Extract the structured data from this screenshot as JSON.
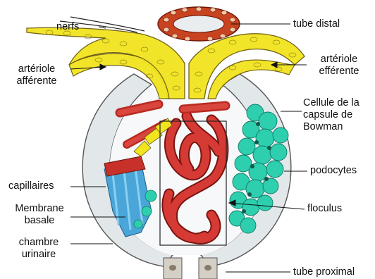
{
  "labels": {
    "nerfs": "nerfs",
    "tube_distal": "tube distal",
    "arteriole_afferente": [
      "artériole",
      "afférente"
    ],
    "arteriole_efferente": [
      "artériole",
      "efférente"
    ],
    "cellule_capsule": [
      "Cellule de la",
      "capsule de",
      "Bowman"
    ],
    "podocytes": "podocytes",
    "capillaires": "capillaires",
    "membrane_basale": [
      "Membrane",
      "basale"
    ],
    "floculus": "floculus",
    "chambre_urinaire": [
      "chambre",
      "urinaire"
    ],
    "tube_proximal": "tube proximal"
  },
  "colors": {
    "capsule_fill": "#e9edf0",
    "capsule_outline": "#555555",
    "arterioles_yellow": "#f2e41e",
    "tube_distal_red": "#c8431f",
    "capillary_red": "#c8302a",
    "podocyte_teal": "#2ecfae",
    "membrane_blue": "#4aa6d8"
  }
}
